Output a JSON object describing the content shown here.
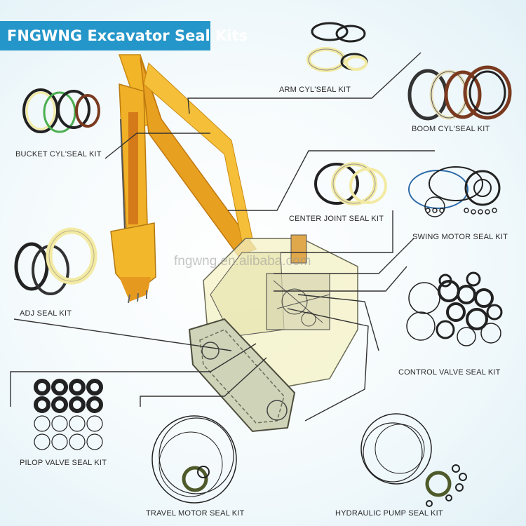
{
  "banner": {
    "title": "FNGWNG Excavator Seal Kits"
  },
  "watermark": "fngwng.en.alibaba.com",
  "kits": {
    "arm": "ARM CYL'SEAL KIT",
    "boom": "BOOM CYL'SEAL KIT",
    "bucket": "BUCKET CYL'SEAL KIT",
    "center_joint": "CENTER JOINT SEAL KIT",
    "swing_motor": "SWING MOTOR SEAL KIT",
    "adj": "ADJ SEAL KIT",
    "control_valve": "CONTROL VALVE SEAL KIT",
    "pilot_valve": "PILOP VALVE SEAL KIT",
    "travel_motor": "TRAVEL MOTOR SEAL KIT",
    "hydraulic_pump": "HYDRAULIC PUMP SEAL KIT"
  },
  "colors": {
    "banner": "#2596c9",
    "excavator_yellow": "#f2b527",
    "excavator_orange": "#e28a1c",
    "seal_black": "#222222",
    "seal_cream": "#f3eaa3",
    "seal_green": "#4caf50",
    "seal_brown": "#7a3a1f"
  }
}
